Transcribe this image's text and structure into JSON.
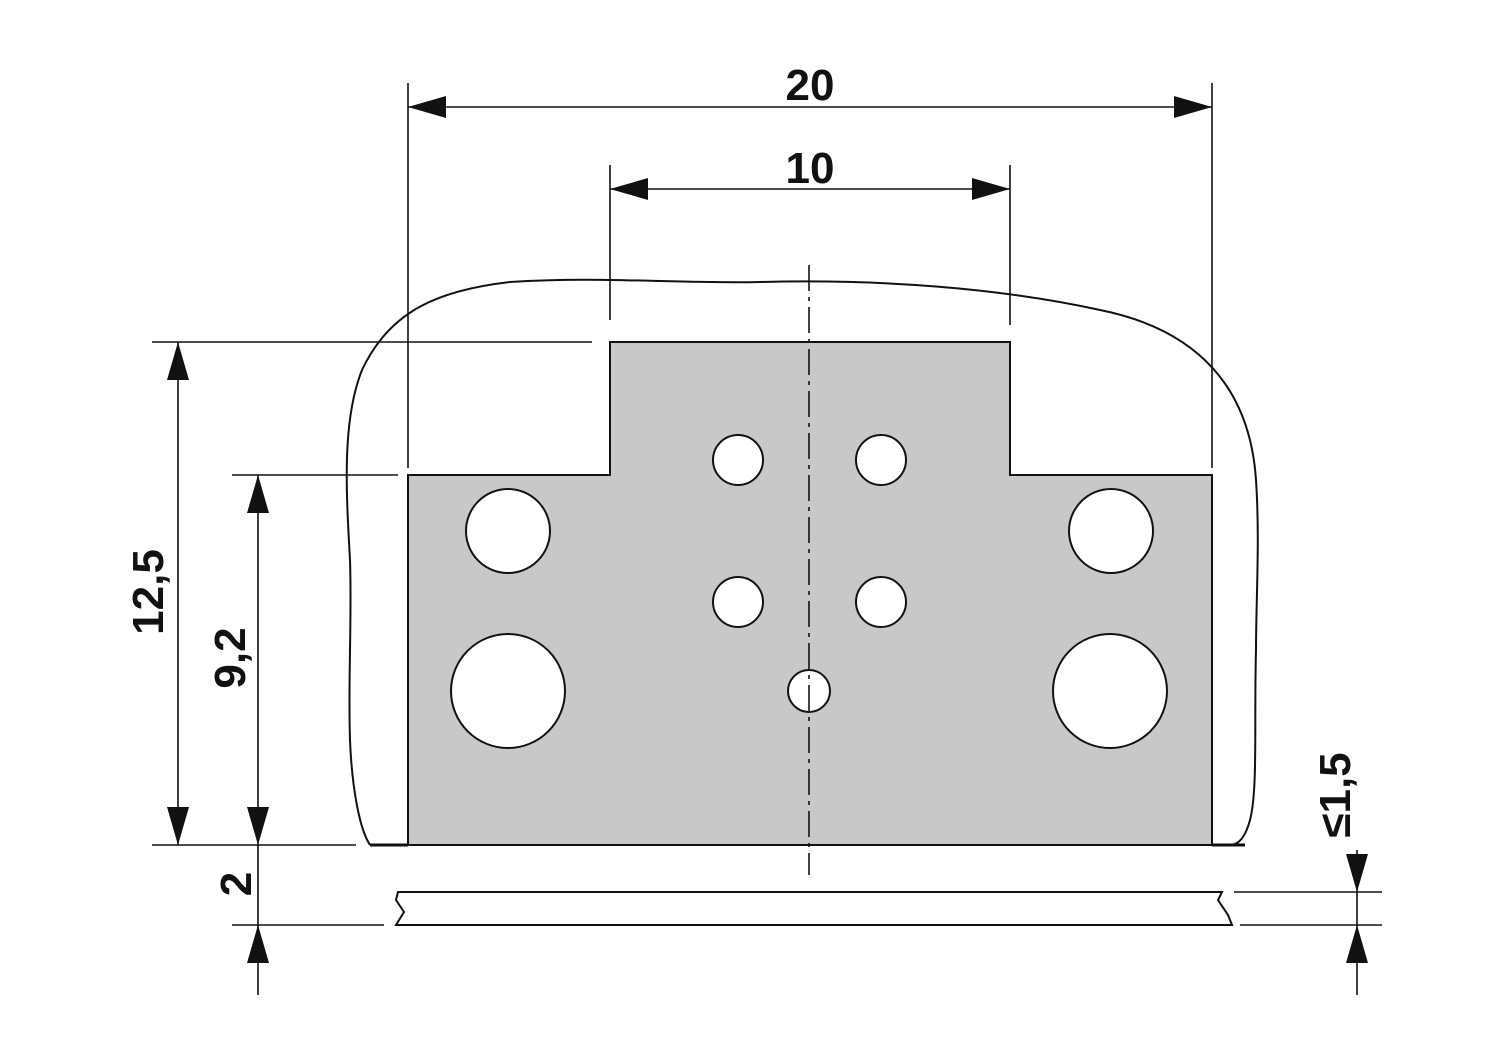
{
  "colors": {
    "footprint_fill": "#c8c8c8",
    "line": "#111111",
    "background": "#ffffff"
  },
  "dimensions": {
    "overall_width": "20",
    "pin_spacing": "10",
    "overall_height": "12,5",
    "step_height": "9,2",
    "standoff": "2",
    "board_thickness": "≤1,5"
  }
}
